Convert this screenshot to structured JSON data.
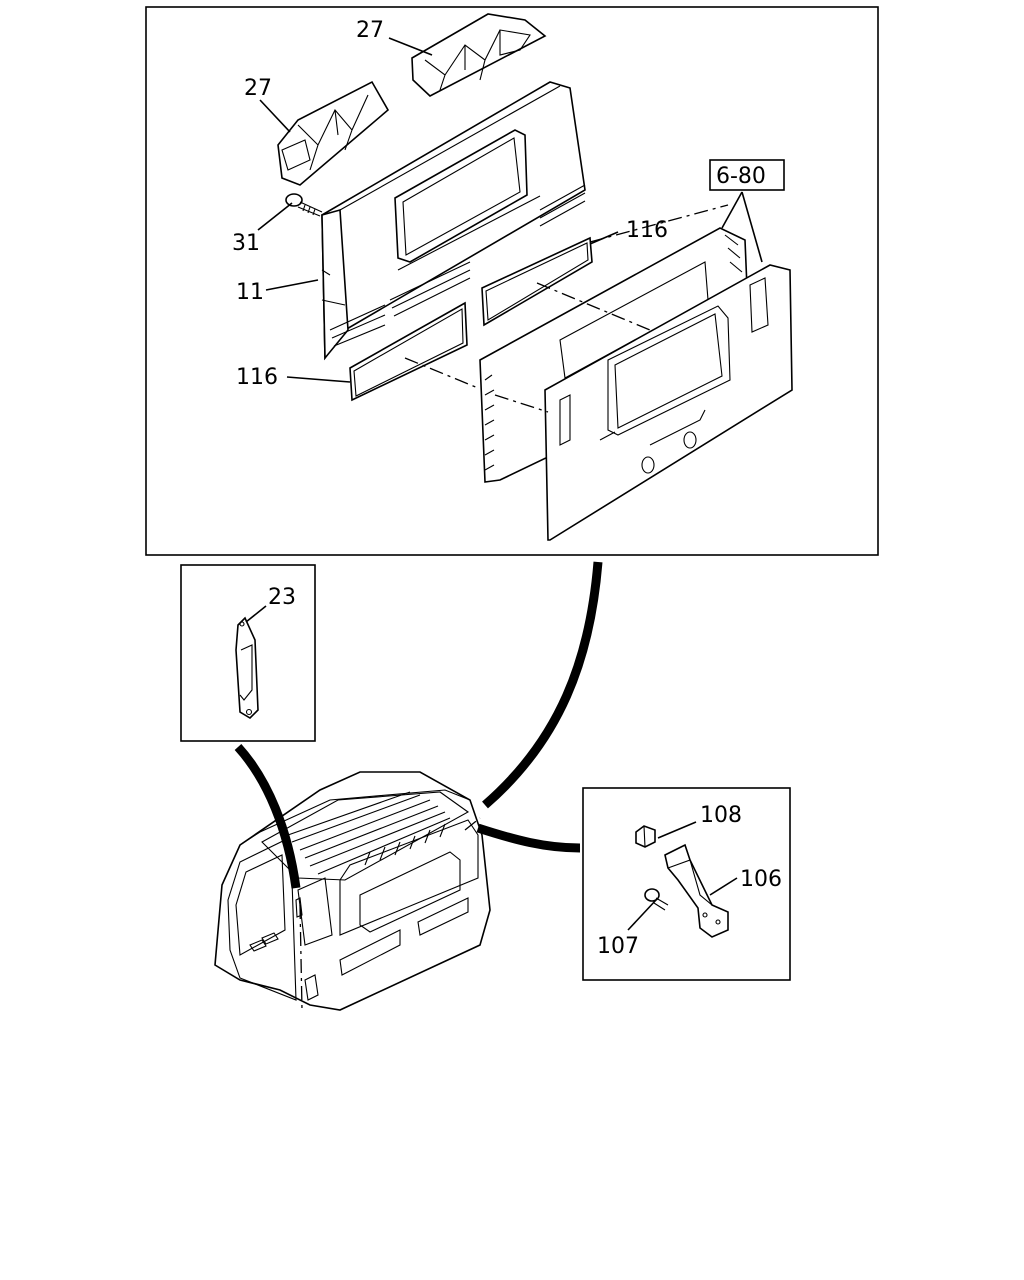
{
  "callouts": {
    "c27a": "27",
    "c27b": "27",
    "c31": "31",
    "c11": "11",
    "c116a": "116",
    "c116b": "116",
    "c680": "6-80",
    "c23": "23",
    "c108": "108",
    "c106": "106",
    "c107": "107"
  }
}
